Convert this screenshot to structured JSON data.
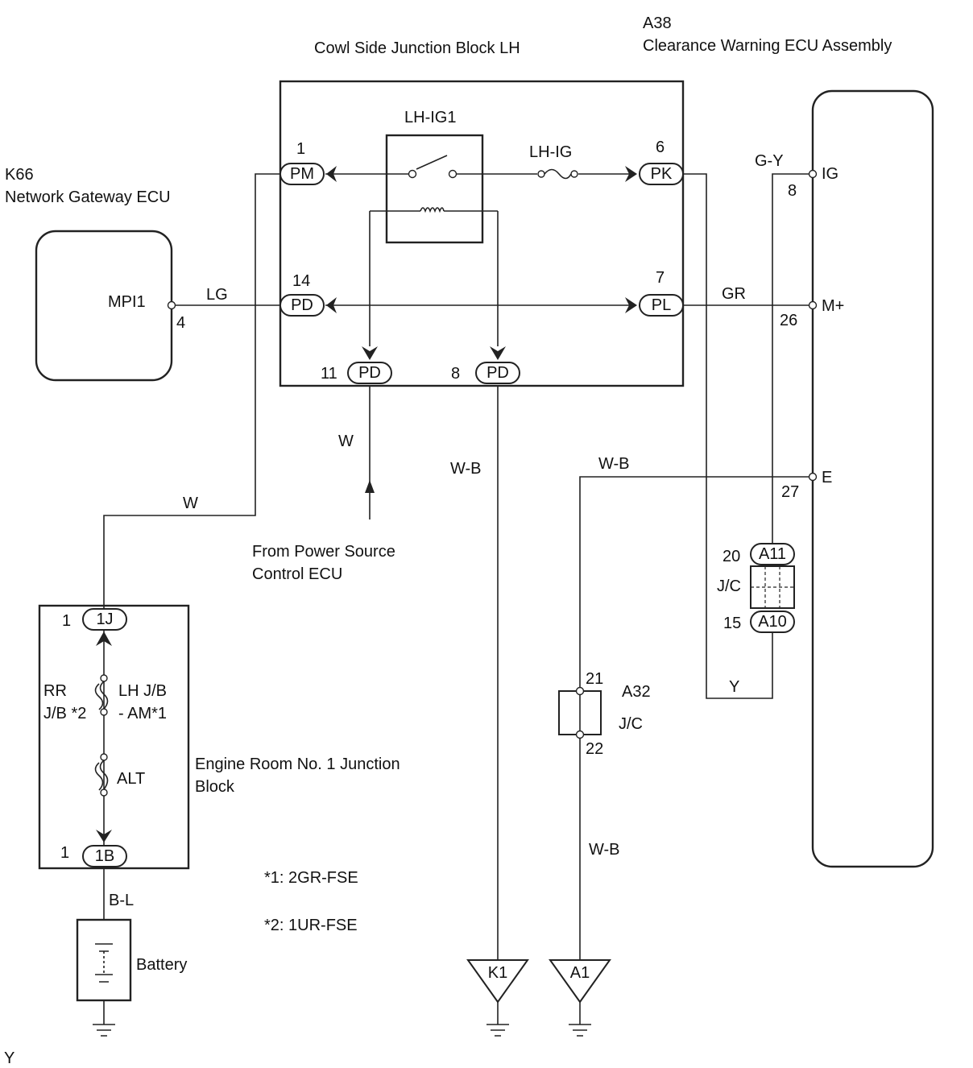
{
  "labels": {
    "cowl_title": "Cowl Side Junction Block LH",
    "a38_code": "A38",
    "a38_name": "Clearance Warning ECU Assembly",
    "k66_code": "K66",
    "k66_name": "Network Gateway ECU",
    "relay_name": "LH-IG1",
    "fuse_lh_ig": "LH-IG",
    "mpi1": "MPI1",
    "ig": "IG",
    "mplus": "M+",
    "e": "E",
    "from_line1": "From Power Source",
    "from_line2": "Control ECU",
    "erb_line1": "Engine Room No. 1 Junction",
    "erb_line2": "Block",
    "rr": "RR",
    "jb2": "J/B *2",
    "lhjb": "LH J/B",
    "am1": "- AM*1",
    "alt": "ALT",
    "battery": "Battery",
    "note1": "*1: 2GR-FSE",
    "note2": "*2: 1UR-FSE",
    "a32": "A32",
    "jc_a32": "J/C",
    "jc_a11": "J/C",
    "corner": "Y"
  },
  "wires": {
    "lg": "LG",
    "gr": "GR",
    "gy": "G-Y",
    "w_top": "W",
    "w_mid": "W",
    "wb1": "W-B",
    "wb2": "W-B",
    "wb3": "W-B",
    "y": "Y",
    "bl": "B-L"
  },
  "connectors": {
    "pm": "PM",
    "pk": "PK",
    "pd14": "PD",
    "pl": "PL",
    "pd11": "PD",
    "pd8": "PD",
    "a11": "A11",
    "a10": "A10",
    "j1": "1J",
    "b1": "1B",
    "k1": "K1",
    "a1": "A1"
  },
  "pins": {
    "pm": "1",
    "pk": "6",
    "pd14": "14",
    "pl": "7",
    "pd11": "11",
    "pd8": "8",
    "mpi1": "4",
    "ig": "8",
    "mplus": "26",
    "e": "27",
    "a11": "20",
    "a10": "15",
    "a32_in": "21",
    "a32_out": "22",
    "j1": "1",
    "b1": "1"
  }
}
